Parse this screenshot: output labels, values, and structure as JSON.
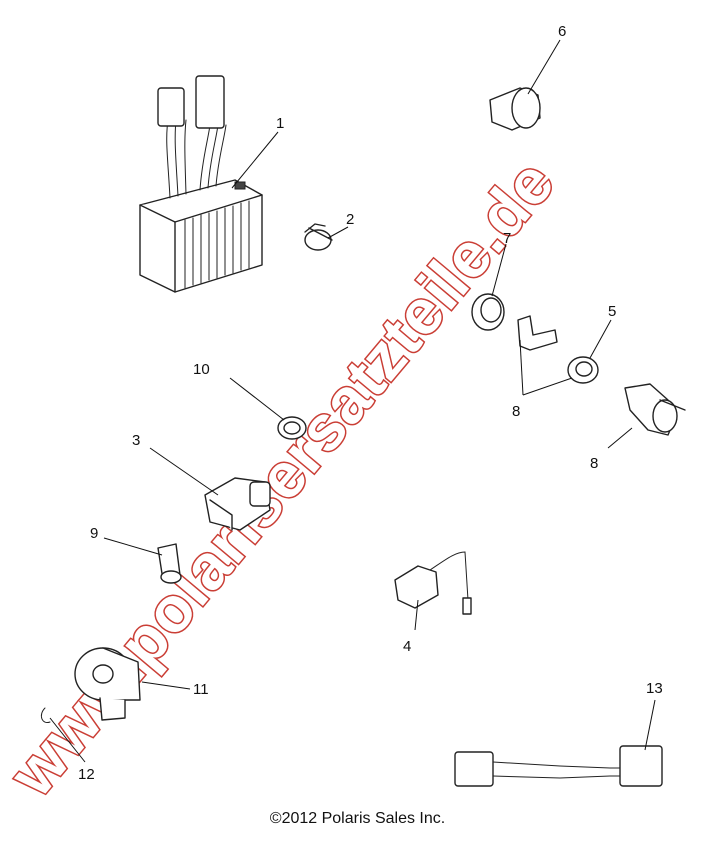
{
  "watermark": "www.polarisersatzteile.de",
  "copyright": "©2012 Polaris Sales Inc.",
  "callouts": {
    "c1": "1",
    "c2": "2",
    "c3": "3",
    "c4": "4",
    "c5": "5",
    "c6": "6",
    "c7": "7",
    "c8a": "8",
    "c8b": "8",
    "c9": "9",
    "c10": "10",
    "c11": "11",
    "c12": "12",
    "c13": "13"
  },
  "colors": {
    "watermark_stroke": "#c8342b",
    "line": "#222222"
  }
}
